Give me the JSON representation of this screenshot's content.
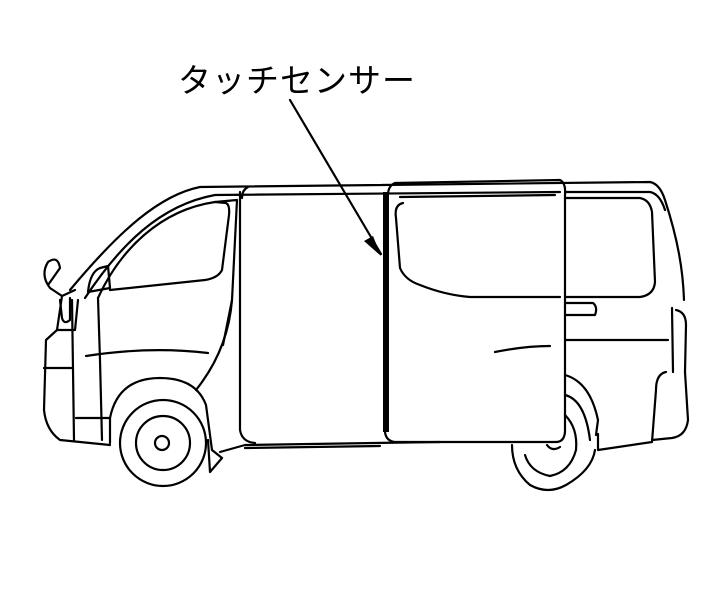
{
  "diagram": {
    "subject": "van side view (sliding door open)",
    "callout": {
      "label": "タッチセンサー",
      "target": "sliding door front edge"
    },
    "colors": {
      "line": "#000000",
      "background": "#ffffff"
    }
  }
}
